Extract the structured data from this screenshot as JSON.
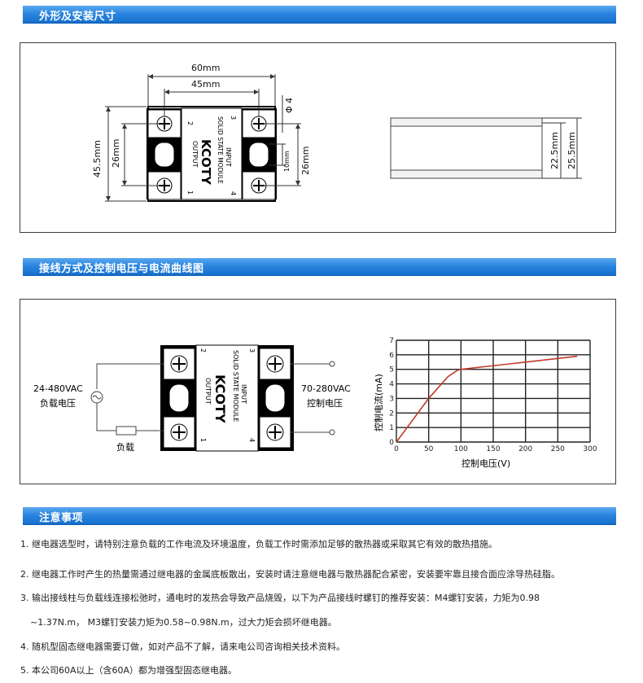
{
  "sections": {
    "dimensions_title": "外形及安装尺寸",
    "wiring_title": "接线方式及控制电压与电流曲线图",
    "notes_title": "注意事项"
  },
  "module": {
    "brand": "KCOTY",
    "subtitle": "SOLID STATE MODULE",
    "output_label": "OUTPUT",
    "input_label": "INPUT",
    "term_1": "1",
    "term_2": "2",
    "term_3": "3",
    "term_4": "4"
  },
  "dimensions": {
    "width_total": "60mm",
    "width_holes": "45mm",
    "height_total": "45.5mm",
    "height_holes_left": "26mm",
    "height_holes_right": "26mm",
    "hole_diameter": "Φ 4",
    "slot": "10mm",
    "side_h1": "22.5mm",
    "side_h2": "25.5mm"
  },
  "wiring": {
    "load_voltage": "24-480VAC",
    "load_voltage_label": "负载电压",
    "load_label": "负载",
    "control_voltage": "70-280VAC",
    "control_voltage_label": "控制电压"
  },
  "chart_data": {
    "type": "line",
    "xlabel": "控制电压(V)",
    "ylabel": "控制电流(mA)",
    "xlim": [
      0,
      300
    ],
    "ylim": [
      0,
      7
    ],
    "xticks": [
      0,
      50,
      100,
      150,
      200,
      250,
      300
    ],
    "yticks": [
      0,
      1,
      2,
      3,
      4,
      5,
      6,
      7
    ],
    "grid": true,
    "series": [
      {
        "color": "#c0392b",
        "x": [
          0,
          20,
          50,
          80,
          95,
          100,
          150,
          200,
          250,
          280
        ],
        "y": [
          0,
          1.2,
          3.0,
          4.5,
          4.95,
          5.0,
          5.25,
          5.5,
          5.75,
          5.9
        ]
      }
    ]
  },
  "notes": [
    "1. 继电器选型时，请特别注意负载的工作电流及环境温度，负载工作时需添加足够的散热器或采取其它有效的散热措施。",
    "2. 继电器工作时产生的热量需通过继电器的金属底板散出，安装时请注意继电器与散热器配合紧密，安装要牢靠且接合面应涂导热硅脂。",
    "3. 输出接线柱与负载线连接松弛时，通电时的发热会导致产品烧毁，以下为产品接线时螺钉的推荐安装：M4螺钉安装，力矩为0.98",
    "~1.37N.m，  M3螺钉安装力矩为0.58~0.98N.m，过大力矩会损坏继电器。",
    "4. 随机型固态继电器需要订做，如对产品不了解，请来电公司咨询相关技术资料。",
    "5. 本公司60A以上（含60A）都为增强型固态继电器。"
  ]
}
